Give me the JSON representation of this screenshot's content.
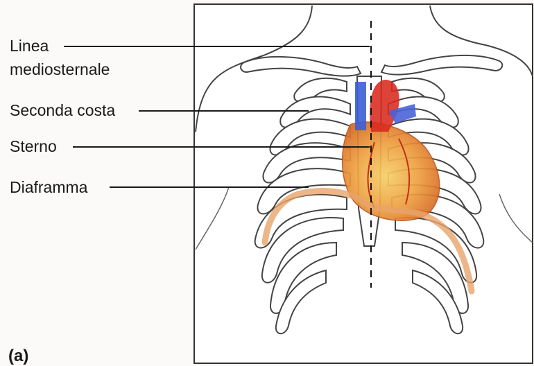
{
  "labels": {
    "linea_line1": "Linea",
    "linea_line2": "mediosternale",
    "seconda_costa": "Seconda costa",
    "sterno": "Sterno",
    "diaframma": "Diaframma"
  },
  "panel_letter": "(a)",
  "colors": {
    "heart": "#e8932e",
    "vessel_blue": "#3b5fd6",
    "vessel_red": "#d8291e",
    "diaphragm": "#e9a46a",
    "outline": "#3a3a3a",
    "frame": "#333333"
  }
}
